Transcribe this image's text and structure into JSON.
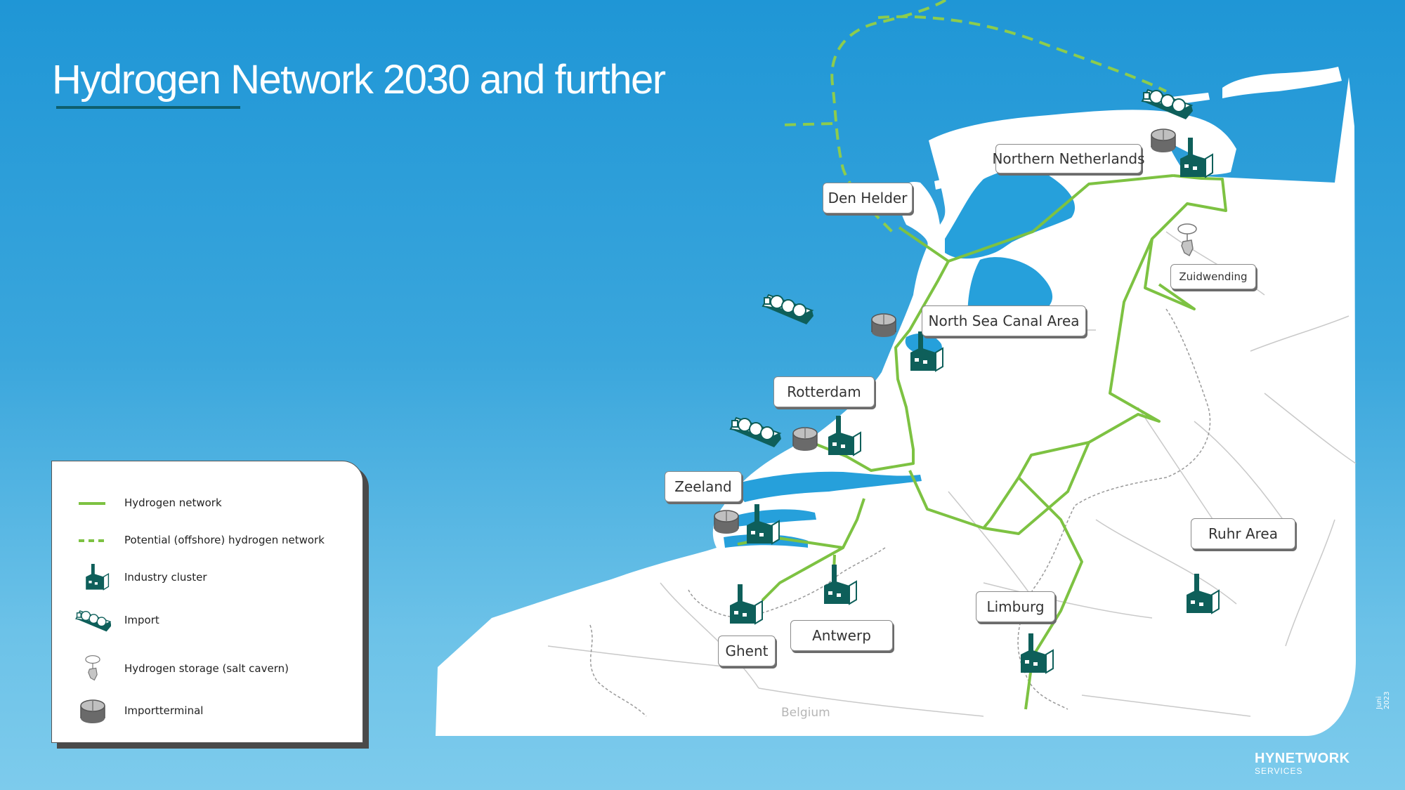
{
  "title": "Hydrogen Network 2030 and further",
  "colors": {
    "sea_top": "#1f96d6",
    "sea_bottom": "#7dcbec",
    "land": "#ffffff",
    "hydrogen_network": "#7dc242",
    "facility_dark": "#0e5f5a",
    "border_line": "#c9c9c9"
  },
  "locations": [
    {
      "label": "Northern Netherlands"
    },
    {
      "label": "Den Helder"
    },
    {
      "label": "Zuidwending"
    },
    {
      "label": "North Sea Canal Area"
    },
    {
      "label": "Rotterdam"
    },
    {
      "label": "Zeeland"
    },
    {
      "label": "Ruhr Area"
    },
    {
      "label": "Limburg"
    },
    {
      "label": "Antwerp"
    },
    {
      "label": "Ghent"
    }
  ],
  "country_label": "Belgium",
  "legend": {
    "items": [
      {
        "icon": "solid-green-line-icon",
        "label": "Hydrogen network"
      },
      {
        "icon": "dashed-green-line-icon",
        "label": "Potential (offshore) hydrogen network"
      },
      {
        "icon": "factory-icon",
        "label": "Industry cluster"
      },
      {
        "icon": "ship-icon",
        "label": "Import"
      },
      {
        "icon": "salt-cavern-icon",
        "label": "Hydrogen storage (salt cavern)"
      },
      {
        "icon": "tank-icon",
        "label": "Importterminal"
      }
    ]
  },
  "date": "Juni 2023",
  "brand": {
    "name": "HYNETWORK",
    "sub": "SERVICES"
  }
}
